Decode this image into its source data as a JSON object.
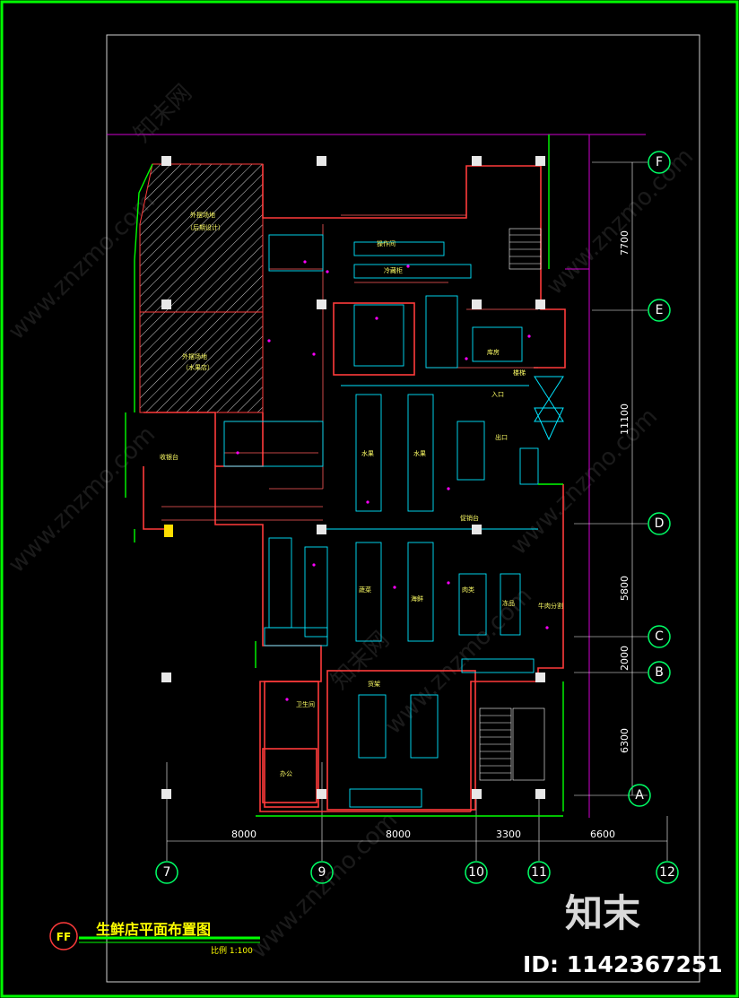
{
  "drawing": {
    "title": "生鲜店平面布置图",
    "title_symbol": "FF",
    "scale_label": "比例  1:100",
    "watermark_text": "www.znzmo.com",
    "watermark_brand": "知末网",
    "logo_text": "知末",
    "id_label": "ID: 1142367251"
  },
  "grid_axes": {
    "vertical": [
      {
        "label": "7"
      },
      {
        "label": "9"
      },
      {
        "label": "10"
      },
      {
        "label": "11"
      },
      {
        "label": "12"
      }
    ],
    "horizontal": [
      {
        "label": "F"
      },
      {
        "label": "E"
      },
      {
        "label": "D"
      },
      {
        "label": "C"
      },
      {
        "label": "B"
      },
      {
        "label": "A"
      }
    ]
  },
  "dimensions": {
    "bottom": [
      "8000",
      "8000",
      "3300",
      "6600"
    ],
    "right": [
      "7700",
      "11100",
      "5800",
      "2000",
      "6300"
    ]
  },
  "rooms": {
    "outdoor_top": "外摆场地",
    "outdoor_top_sub": "（后期设计）",
    "outdoor_bottom": "外摆场地",
    "outdoor_bottom_sub": "（水果店）",
    "entrance": "入口",
    "exit": "出口",
    "cashier": "收银台",
    "fruit_1": "水果",
    "fruit_2": "水果",
    "cold_storage": "冷藏柜",
    "prep": "操作间",
    "vegetables": "蔬菜",
    "seafood": "海鲜",
    "meat": "肉类",
    "frozen": "冻品",
    "office": "办公",
    "storage": "库房",
    "stair": "楼梯",
    "goods_shelf": "货架",
    "washroom": "卫生间",
    "promo": "促销台",
    "fresh_meat": "牛肉分割"
  },
  "colors": {
    "frame": "#00ff00",
    "wall": "#ff3b3b",
    "fixture": "#00e5ff",
    "grid_line": "#ffffff",
    "grid_dim": "#00ff66",
    "boundary": "#d000d0",
    "hatch": "#ffffff"
  }
}
